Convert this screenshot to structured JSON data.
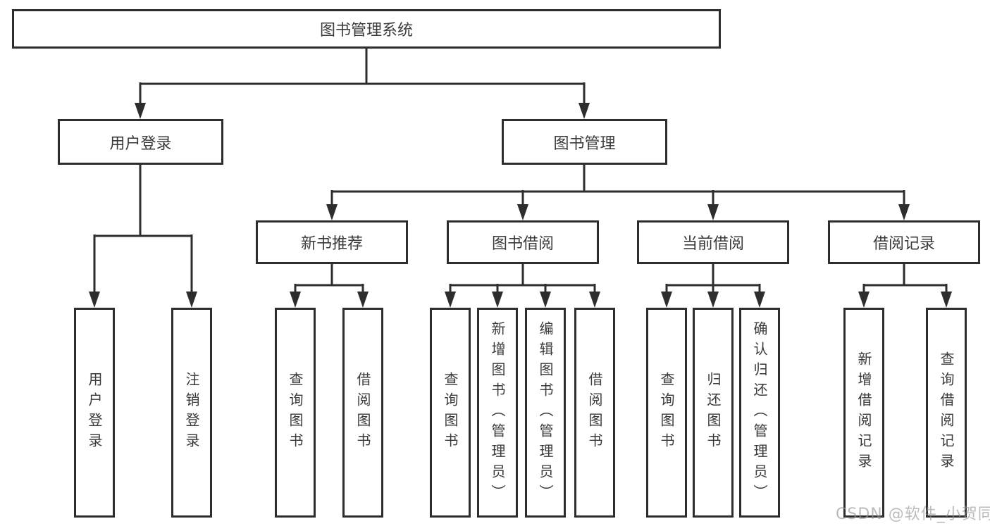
{
  "diagram_title": "图书管理系统",
  "nodes": {
    "root": "图书管理系统",
    "user_login": {
      "label": "用户登录",
      "children": [
        "用户登录",
        "注销登录"
      ]
    },
    "book_mgmt": {
      "label": "图书管理",
      "groups": [
        {
          "label": "新书推荐",
          "children": [
            "查询图书",
            "借阅图书"
          ]
        },
        {
          "label": "图书借阅",
          "children": [
            "查询图书",
            "新增图书（管理员）",
            "编辑图书（管理员）",
            "借阅图书"
          ]
        },
        {
          "label": "当前借阅",
          "children": [
            "查询图书",
            "归还图书",
            "确认归还（管理员）"
          ]
        },
        {
          "label": "借阅记录",
          "children": [
            "新增借阅记录",
            "查询借阅记录"
          ]
        }
      ]
    }
  },
  "watermark": {
    "text": "CSDN @软件_小贺同学"
  },
  "colors": {
    "line": "#2d2d2d",
    "box_border": "#2d2d2d",
    "text": "#3a3a3a",
    "watermark": "#919191",
    "background": "#ffffff"
  }
}
